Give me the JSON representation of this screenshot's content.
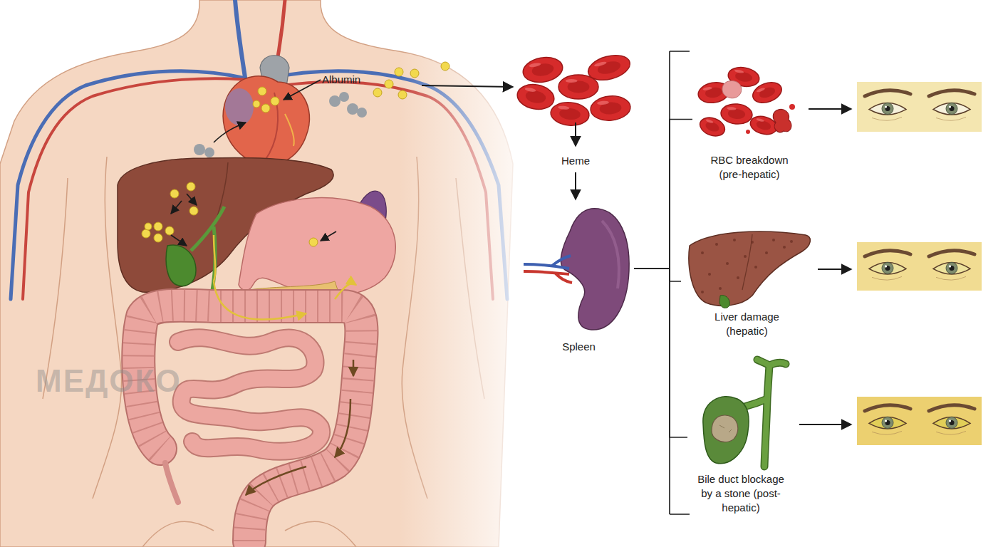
{
  "diagram": {
    "nodes": [
      {
        "text": [
          "Spleen"
        ]
      },
      {
        "text": [
          "RBC breakdown (pre-hepatic)"
        ]
      },
      {
        "text": [
          "Liver damage (hepatic)"
        ]
      },
      {
        "text": [
          "Bile duct blockage by a stone (post-hepatic)"
        ]
      }
    ],
    "edges": [
      {
        "from": 0,
        "to": 1,
        "arrow": "none"
      },
      {
        "from": 0,
        "to": 2,
        "arrow": "none"
      },
      {
        "from": 0,
        "to": 3,
        "arrow": "none"
      }
    ],
    "labels": [
      "Albumin",
      "Heme",
      "МЕДОКО"
    ]
  }
}
